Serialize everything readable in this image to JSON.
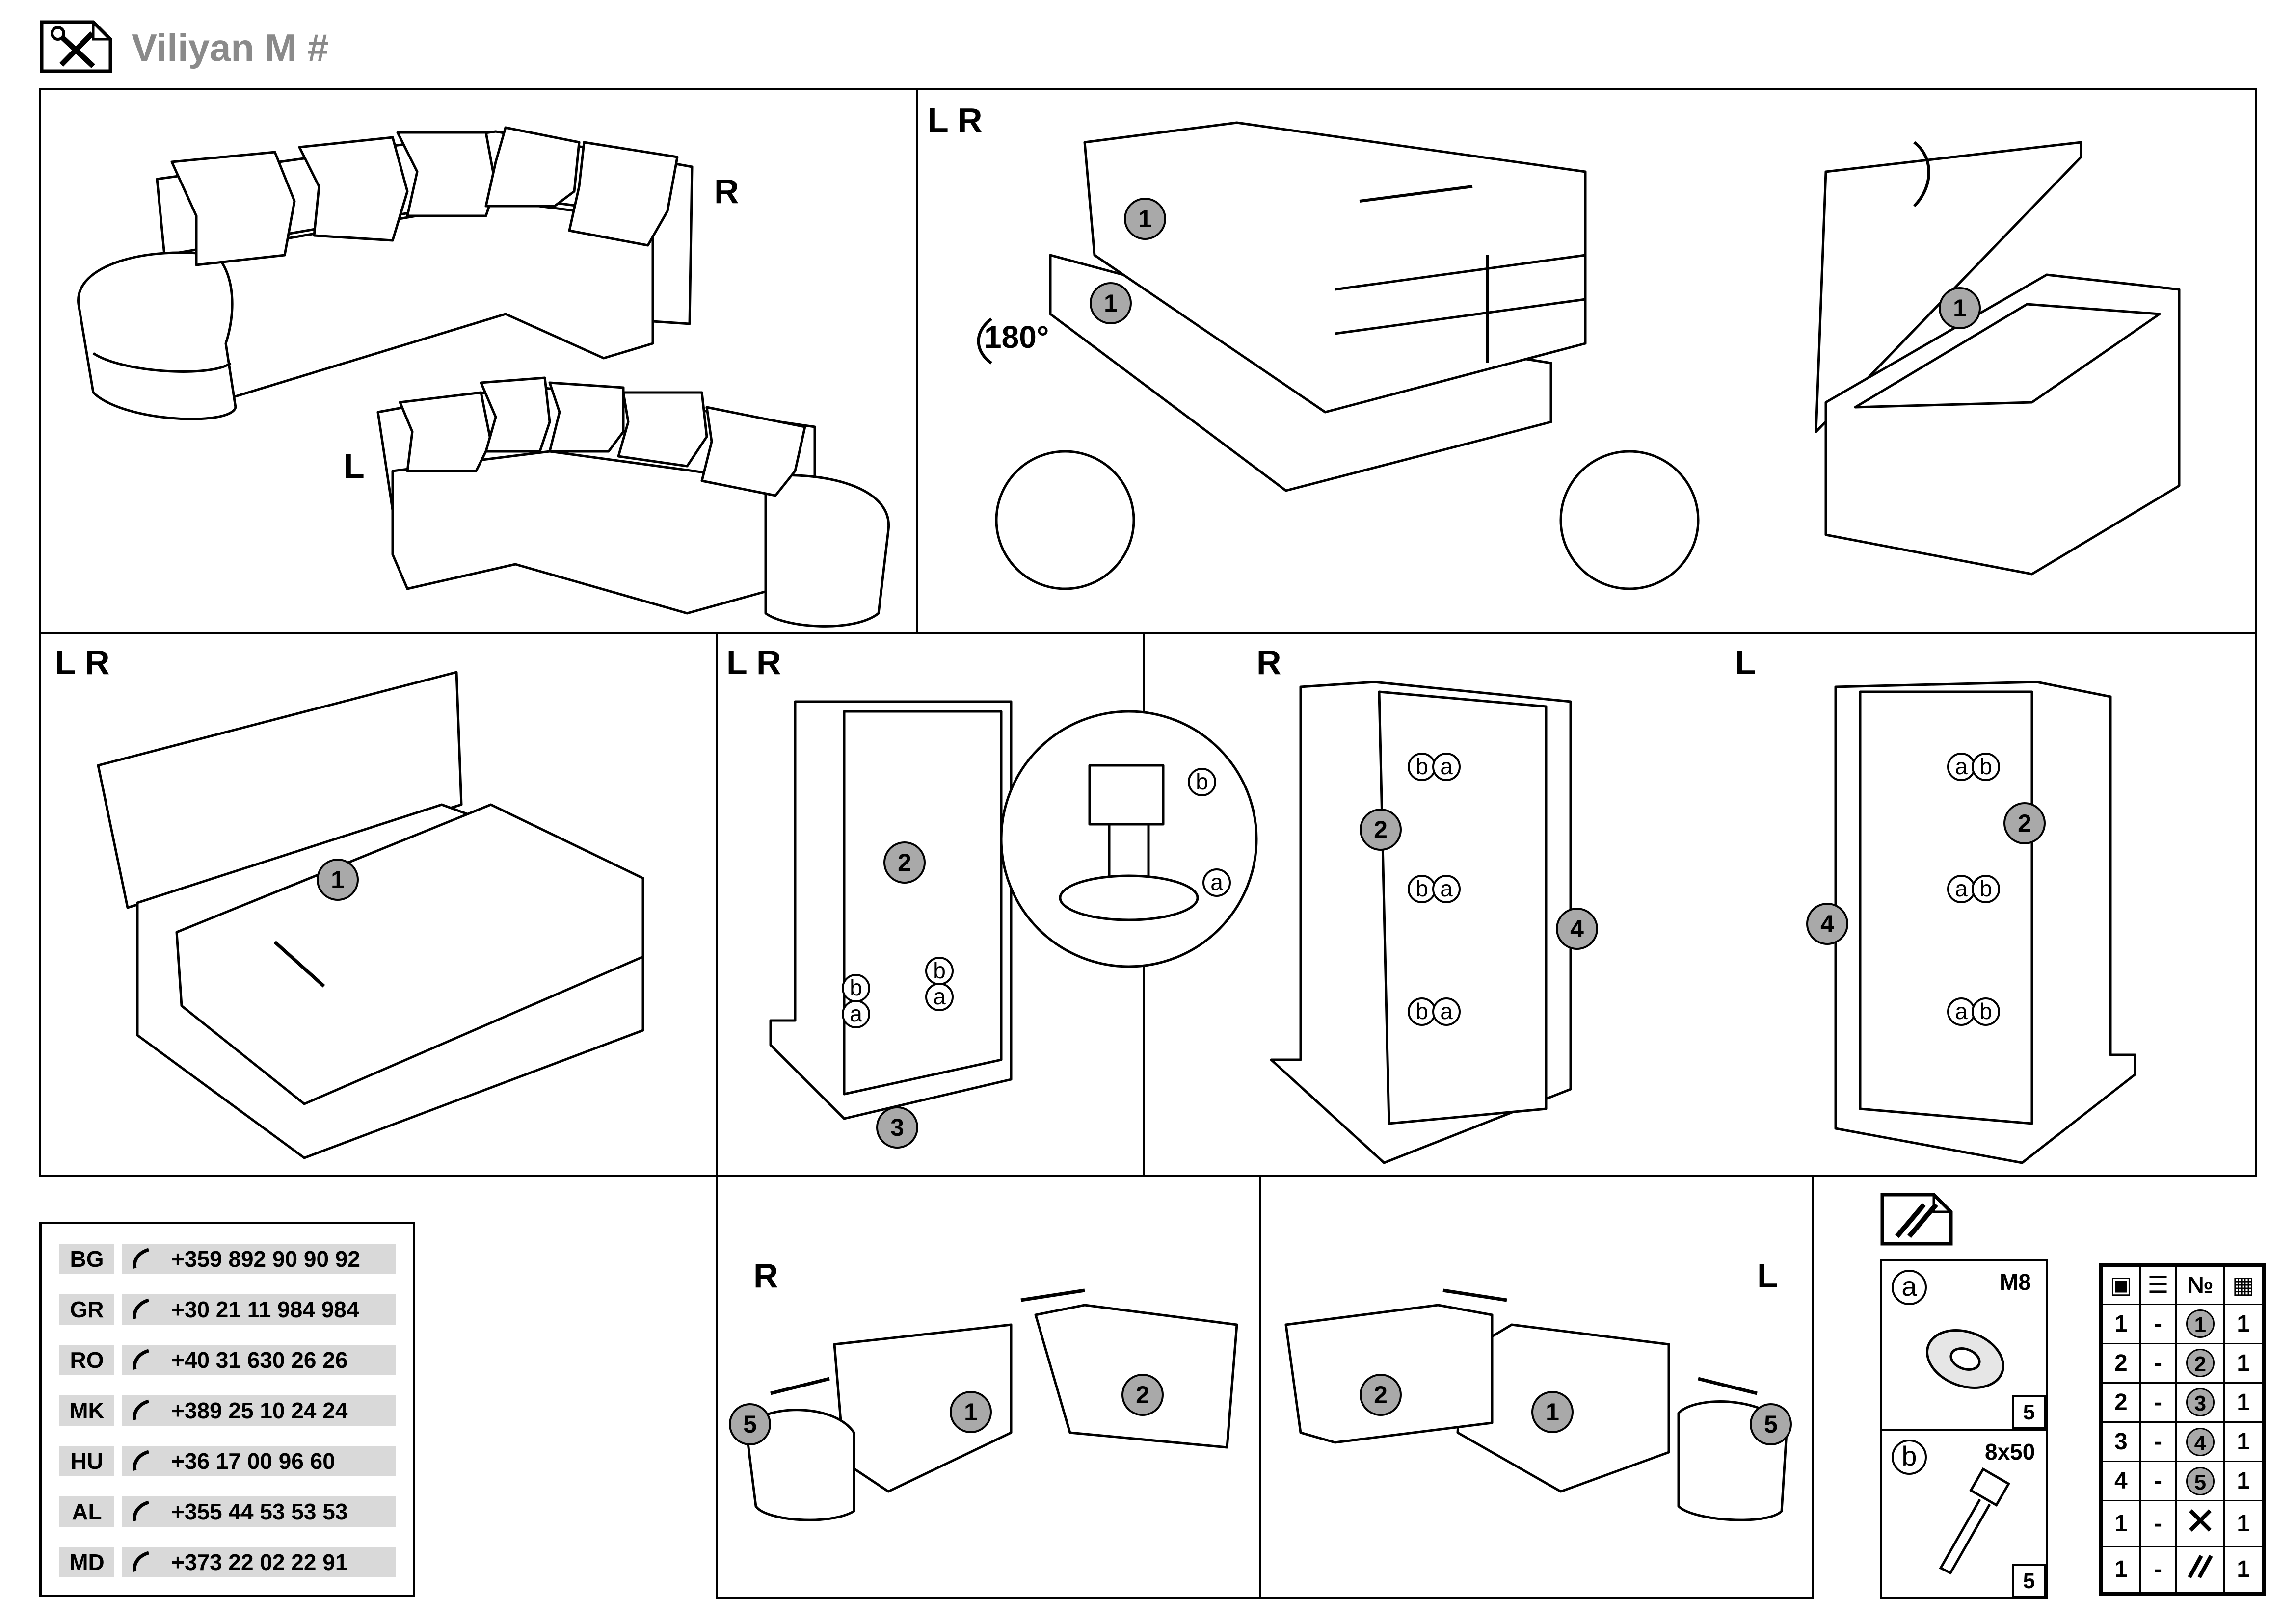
{
  "header": {
    "icon": "tools-icon",
    "title": "Viliyan M #"
  },
  "labels": {
    "p1_r": "R",
    "p1_l": "L",
    "p2_lr": "L R",
    "p2_180": "180°",
    "p3_lr": "L R",
    "p4_lr": "L R",
    "p5_r": "R",
    "p5_l": "L",
    "p6_r": "R",
    "p7_l": "L"
  },
  "callouts": {
    "one": "1",
    "two": "2",
    "three": "3",
    "four": "4",
    "five": "5",
    "a": "a",
    "b": "b"
  },
  "phones": [
    {
      "code": "BG",
      "number": "+359 892 90 90 92"
    },
    {
      "code": "GR",
      "number": "+30 21 11 984 984"
    },
    {
      "code": "RO",
      "number": "+40 31 630 26 26"
    },
    {
      "code": "MK",
      "number": "+389 25 10 24 24"
    },
    {
      "code": "HU",
      "number": "+36 17 00 96 60"
    },
    {
      "code": "AL",
      "number": "+355 44 53 53 53"
    },
    {
      "code": "MD",
      "number": "+373 22 02 22 91"
    }
  ],
  "hardware": {
    "a": {
      "letter": "a",
      "spec": "M8",
      "qty": "5",
      "icon": "washer-icon"
    },
    "b": {
      "letter": "b",
      "spec": "8x50",
      "qty": "5",
      "icon": "bolt-icon"
    }
  },
  "parts_table": {
    "header_icons": [
      "box-icon",
      "stack-icon",
      "№",
      "grid-numbers-icon"
    ],
    "header_no": "№",
    "rows": [
      {
        "boxes": "1",
        "dash": "-",
        "part": "1",
        "qty": "1"
      },
      {
        "boxes": "2",
        "dash": "-",
        "part": "2",
        "qty": "1"
      },
      {
        "boxes": "2",
        "dash": "-",
        "part": "3",
        "qty": "1"
      },
      {
        "boxes": "3",
        "dash": "-",
        "part": "4",
        "qty": "1"
      },
      {
        "boxes": "4",
        "dash": "-",
        "part": "5",
        "qty": "1"
      },
      {
        "boxes": "1",
        "dash": "-",
        "part": "tools-icon",
        "qty": "1"
      },
      {
        "boxes": "1",
        "dash": "-",
        "part": "hardware-icon",
        "qty": "1"
      }
    ]
  }
}
